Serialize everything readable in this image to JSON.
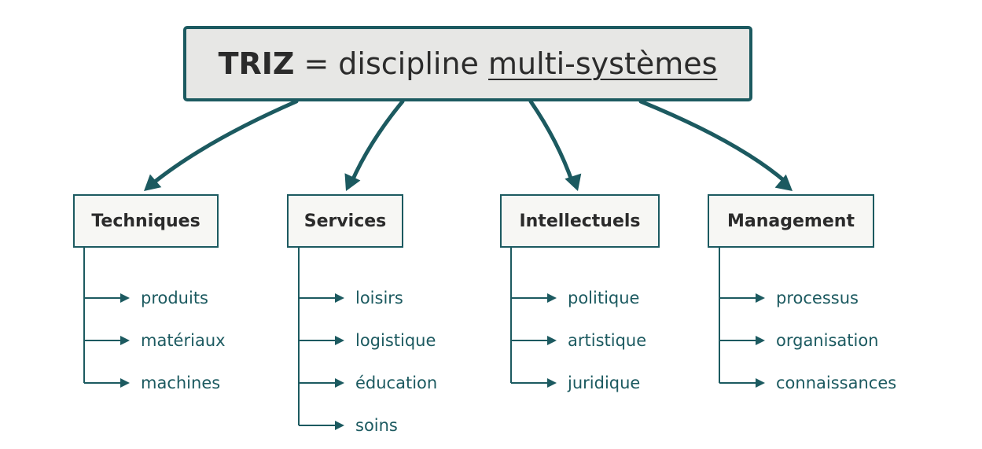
{
  "title": {
    "strong": "TRIZ",
    "middle": "=",
    "plain": "discipline",
    "underlined": "multi-systèmes"
  },
  "colors": {
    "accent": "#1c5a60",
    "text": "#2b2b2b",
    "title_fill": "#e7e7e5",
    "box_fill": "#f7f7f4"
  },
  "categories": [
    {
      "label": "Techniques",
      "items": [
        "produits",
        "matériaux",
        "machines"
      ]
    },
    {
      "label": "Services",
      "items": [
        "loisirs",
        "logistique",
        "éducation",
        "soins"
      ]
    },
    {
      "label": "Intellectuels",
      "items": [
        "politique",
        "artistique",
        "juridique"
      ]
    },
    {
      "label": "Management",
      "items": [
        "processus",
        "organisation",
        "connaissances"
      ]
    }
  ]
}
